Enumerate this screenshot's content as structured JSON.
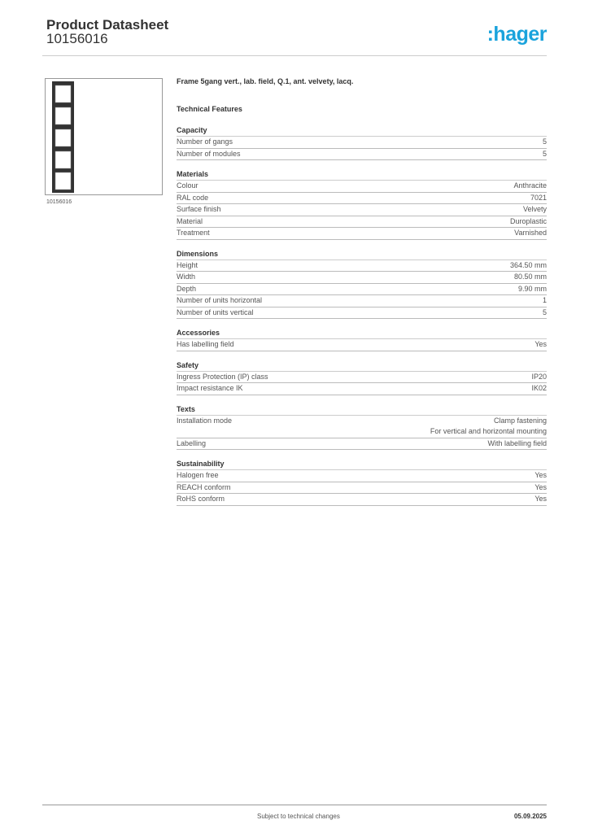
{
  "header": {
    "title": "Product Datasheet",
    "code": "10156016",
    "logo": ":hager",
    "brand_color": "#1aa3dc"
  },
  "product": {
    "image_caption": "10156016",
    "description": "Frame 5gang vert., lab. field, Q.1, ant. velvety, lacq.",
    "features_title": "Technical Features"
  },
  "sections": [
    {
      "title": "Capacity",
      "rows": [
        [
          "Number of gangs",
          "5"
        ],
        [
          "Number of modules",
          "5"
        ]
      ]
    },
    {
      "title": "Materials",
      "rows": [
        [
          "Colour",
          "Anthracite"
        ],
        [
          "RAL code",
          "7021"
        ],
        [
          "Surface finish",
          "Velvety"
        ],
        [
          "Material",
          "Duroplastic"
        ],
        [
          "Treatment",
          "Varnished"
        ]
      ]
    },
    {
      "title": "Dimensions",
      "rows": [
        [
          "Height",
          "364.50 mm"
        ],
        [
          "Width",
          "80.50 mm"
        ],
        [
          "Depth",
          "9.90 mm"
        ],
        [
          "Number of units horizontal",
          "1"
        ],
        [
          "Number of units vertical",
          "5"
        ]
      ]
    },
    {
      "title": "Accessories",
      "rows": [
        [
          "Has labelling field",
          "Yes"
        ]
      ]
    },
    {
      "title": "Safety",
      "rows": [
        [
          "Ingress Protection (IP) class",
          "IP20"
        ],
        [
          "Impact resistance IK",
          "IK02"
        ]
      ]
    },
    {
      "title": "Texts",
      "rows": [
        [
          "Installation mode",
          "Clamp fastening\nFor vertical and horizontal mounting"
        ],
        [
          "Labelling",
          "With labelling field"
        ]
      ]
    },
    {
      "title": "Sustainability",
      "rows": [
        [
          "Halogen free",
          "Yes"
        ],
        [
          "REACH conform",
          "Yes"
        ],
        [
          "RoHS conform",
          "Yes"
        ]
      ]
    }
  ],
  "footer": {
    "note": "Subject to technical changes",
    "date": "05.09.2025"
  }
}
